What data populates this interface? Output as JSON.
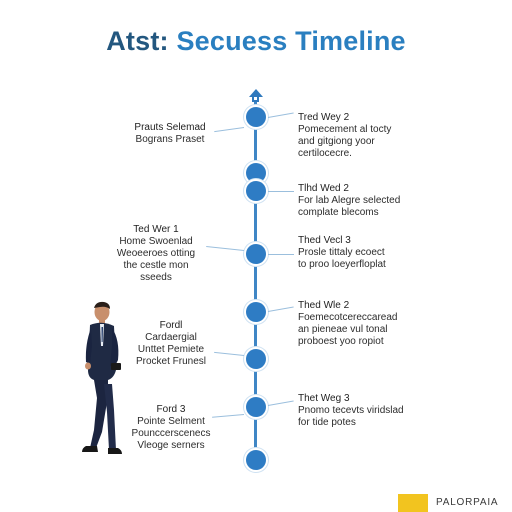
{
  "title": {
    "part1": "Atst:",
    "part2": "Secuess Timeline"
  },
  "colors": {
    "title_dark": "#23577f",
    "title_accent": "#2a7fc0",
    "axis": "#3f86c5",
    "node": "#2e7cc4",
    "brand_yellow": "#f2c41f"
  },
  "timeline": {
    "nodes": [
      {
        "id": "n1"
      },
      {
        "id": "n2"
      },
      {
        "id": "n3"
      },
      {
        "id": "n4"
      },
      {
        "id": "n5"
      },
      {
        "id": "n6"
      },
      {
        "id": "n7"
      },
      {
        "id": "n8"
      }
    ],
    "right_labels": [
      {
        "lines": [
          "Tred Wey 2",
          "Pomecement al tocty",
          "and gitgiong yoor",
          "certilocecre."
        ]
      },
      {
        "lines": [
          "Tlhd Wed 2",
          "For lab Alegre selected",
          "complate blecoms"
        ]
      },
      {
        "lines": [
          "Thed Vecl 3",
          "Prosle tittaly ecoect",
          "to proo loeyerfloplat"
        ]
      },
      {
        "lines": [
          "Thed Wle 2",
          "Foemecotcereccaread",
          "an pieneae vul tonal",
          "proboest yoo ropiot"
        ]
      },
      {
        "lines": [
          "Thet Weg 3",
          "Pnomo tecevts viridslad",
          "for tide potes"
        ]
      }
    ],
    "left_labels": [
      {
        "lines": [
          "Prauts Selemad",
          "Bograns Praset"
        ]
      },
      {
        "lines": [
          "Ted Wer 1",
          "Home Swoenlad",
          "Weoeeroes otting",
          "the cestle mon",
          "sseeds"
        ]
      },
      {
        "lines": [
          "Fordl",
          "Cardaergial",
          "Unttet Pemiete",
          "Procket Frunesl"
        ]
      },
      {
        "lines": [
          "Ford 3",
          "Pointe Selment",
          "Pounccerscenecs",
          "Vleoge serners"
        ]
      }
    ]
  },
  "brand": {
    "text": "PALORPAIA"
  }
}
